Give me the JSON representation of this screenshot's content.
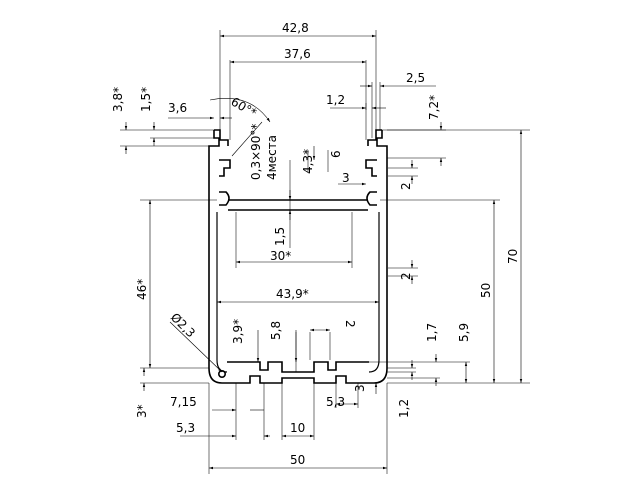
{
  "dims": {
    "d42_8": "42,8",
    "d37_6": "37,6",
    "d2_5": "2,5",
    "d1_2_top": "1,2",
    "d7_2": "7,2*",
    "d3_8": "3,8*",
    "d1_5_top": "1,5*",
    "d3_6": "3,6",
    "d60": "60°*",
    "d0_3x90": "0,3×90°*",
    "d4mesta": "4места",
    "d4_3": "4,3*",
    "d6": "6",
    "d3_top": "3",
    "d2_top": "2",
    "d1_5_mid": "1,5",
    "d30": "30*",
    "d2_mid": "2",
    "d70": "70",
    "d50_right": "50",
    "d46": "46*",
    "d43_9": "43,9*",
    "dphi2_3": "Ø2,3",
    "d3_9": "3,9*",
    "d5_8": "5,8",
    "d2_bot": "2",
    "d1_7": "1,7",
    "d5_9": "5,9",
    "d3_left": "3*",
    "d7_15": "7,15",
    "d5_3_right": "5,3",
    "d3_bot": "3",
    "d1_2_bot": "1,2",
    "d5_3_left": "5,3",
    "d10": "10",
    "d50_bottom": "50"
  }
}
